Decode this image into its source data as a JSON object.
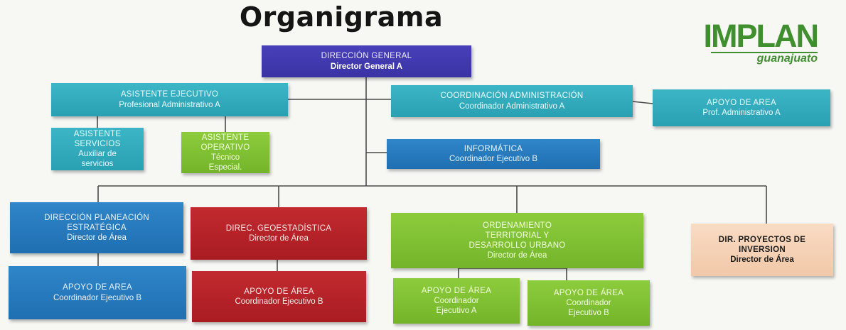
{
  "title": "Organigrama",
  "logo": {
    "main": "IMPLAN",
    "sub": "guanajuato"
  },
  "colors": {
    "direccion": "#3a33a5",
    "asistentes": "#2aa0b3",
    "operativo": "#74b42a",
    "informatica": "#1f6fb2",
    "geoestadistica": "#a91c22",
    "proyectos": "#f1c8a8",
    "connector": "#4a4a4a"
  },
  "nodes": {
    "direccion_general": {
      "line1": "DIRECCIÓN GENERAL",
      "line2": "Director General A"
    },
    "asistente_ejecutivo": {
      "line1": "ASISTENTE EJECUTIVO",
      "line2": "Profesional Administrativo A"
    },
    "coordinacion_administracion": {
      "line1": "COORDINACIÓN ADMINISTRACIÓN",
      "line2": "Coordinador Administrativo A"
    },
    "apoyo_area_admin": {
      "line1": "APOYO DE AREA",
      "line2": "Prof. Administrativo A"
    },
    "asistente_servicios": {
      "line1": "ASISTENTE",
      "line2": "SERVICIOS",
      "line3": "Auxiliar de",
      "line4": "servicios"
    },
    "asistente_operativo": {
      "line1": "ASISTENTE",
      "line2": "OPERATIVO",
      "line3": "Técnico",
      "line4": "Especial."
    },
    "informatica": {
      "line1": "INFORMÁTICA",
      "line2": "Coordinador Ejecutivo B"
    },
    "direccion_planeacion": {
      "line1": "DIRECCIÓN PLANEACIÓN",
      "line2": "ESTRATÉGICA",
      "line3": "Director de Área"
    },
    "direc_geoestadistica": {
      "line1": "DIREC. GEOESTADÍSTICA",
      "line2": "Director de Área"
    },
    "ordenamiento": {
      "line1": "ORDENAMIENTO",
      "line2": "TERRITORIAL Y",
      "line3": "DESARROLLO URBANO",
      "line4": "Director de Área"
    },
    "dir_proyectos": {
      "line1": "DIR. PROYECTOS DE",
      "line2": "INVERSION",
      "line3": "Director de Área"
    },
    "apoyo_planeacion": {
      "line1": "APOYO DE AREA",
      "line2": "Coordinador Ejecutivo B"
    },
    "apoyo_geoestadistica": {
      "line1": "APOYO DE ÁREA",
      "line2": "Coordinador Ejecutivo B"
    },
    "apoyo_ordenamiento_a": {
      "line1": "APOYO DE ÁREA",
      "line2": "Coordinador",
      "line3": "Ejecutivo A"
    },
    "apoyo_ordenamiento_b": {
      "line1": "APOYO DE ÁREA",
      "line2": "Coordinador",
      "line3": "Ejecutivo B"
    }
  }
}
